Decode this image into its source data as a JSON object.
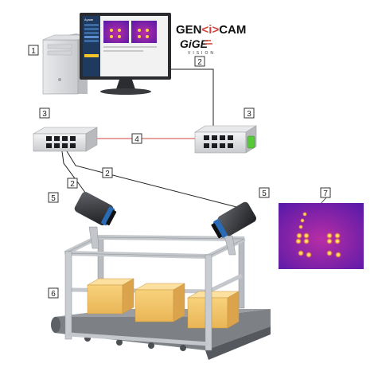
{
  "logos": {
    "genicam_prefix": "GEN",
    "genicam_mid": "<i>",
    "genicam_suffix": "CAM",
    "gige_text": "GiGE",
    "vision_text": "VISION"
  },
  "screen": {
    "app_name": "Ayaan"
  },
  "callouts": {
    "c1": "1",
    "c2a": "2",
    "c2b": "2",
    "c2c": "2",
    "c3a": "3",
    "c3b": "3",
    "c4": "4",
    "c5a": "5",
    "c5b": "5",
    "c6": "6",
    "c7": "7"
  },
  "colors": {
    "ethernet_red": "#d0433a",
    "cable_black": "#222222",
    "thermal_bg": "#7a1fb4",
    "hot_spot": "#ffd23a",
    "box_fill": "#f3c56a",
    "frame_grey": "#c9ccd0",
    "belt_dark": "#6b6e72",
    "switch_green": "#58c93a"
  }
}
